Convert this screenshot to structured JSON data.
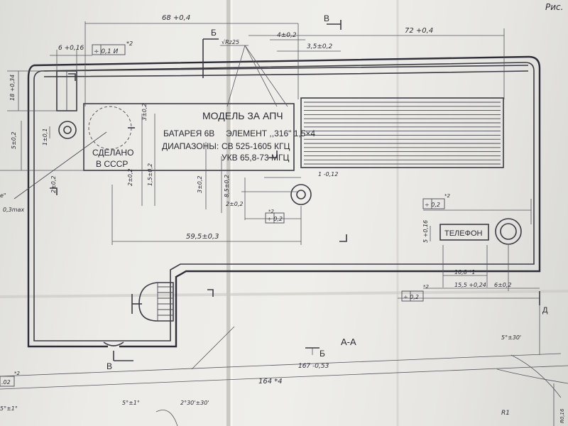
{
  "drawing": {
    "sheet_label": "Рис.",
    "panel_text": {
      "model": "МОДЕЛЬ ЗА АПЧ",
      "battery": "БАТАРЕЯ 6В",
      "element": "ЭЛЕМЕНТ ,,316\" 1,5×4",
      "ranges_label": "ДИАПАЗОНЫ:",
      "band_sv": "СВ 525-1605 КГЦ",
      "band_ukv": "УКВ 65,8-73 МГЦ",
      "made_line1": "СДЕЛАНО",
      "made_line2": "В СССР",
      "phone": "ТЕЛЕФОН"
    },
    "section_labels": {
      "b_top": "Б",
      "v_top": "В",
      "v_bottom": "В",
      "b_bottom": "Б",
      "aa": "А-А",
      "d_right": "Д"
    },
    "dims": {
      "d68": "68 +0,4",
      "d6": "6 +0,16",
      "tol_01": "÷ 0,1 И",
      "star2_a": "*2",
      "rz": "√Rz25",
      "d4": "4±0,2",
      "d35": "3,5±0,2",
      "d72": "72 +0,4",
      "d18": "18 +0,34",
      "d5a": "5±0,2",
      "d1": "1±0,1",
      "d2a": "2±0,2",
      "d3a": "3±0,2",
      "d2b": "2±0,2",
      "d15": "1,5±0,2",
      "d3b": "3±0,2",
      "d85": "8,5±0,2",
      "d2c": "2±0,2",
      "d1b": "1 -0,12",
      "tol_02a": "÷ 0,2",
      "star2_b": "*2",
      "tol_02b": "÷ 0,2",
      "star2_c": "*2",
      "d595": "59,5±0,3",
      "d5b": "5 +0,16",
      "d108": "10,8 *1",
      "d155": "15,5 +0,24",
      "d6b": "6±0,2",
      "tol_02c": "÷ 0,2",
      "star2_d": "*2",
      "d03max": "0,3max",
      "left_e": "e\"",
      "d167": "167 -0,53",
      "d164": "164 *4",
      "ang5a": "5°±30'",
      "ang5b": "5°±1°",
      "ang230": "2°30'±30'",
      "ang5c": "5°±1°",
      "tol_02d": ".02",
      "star2_e": "*2",
      "r1": "R1",
      "r_tiny": "R0,16"
    }
  }
}
